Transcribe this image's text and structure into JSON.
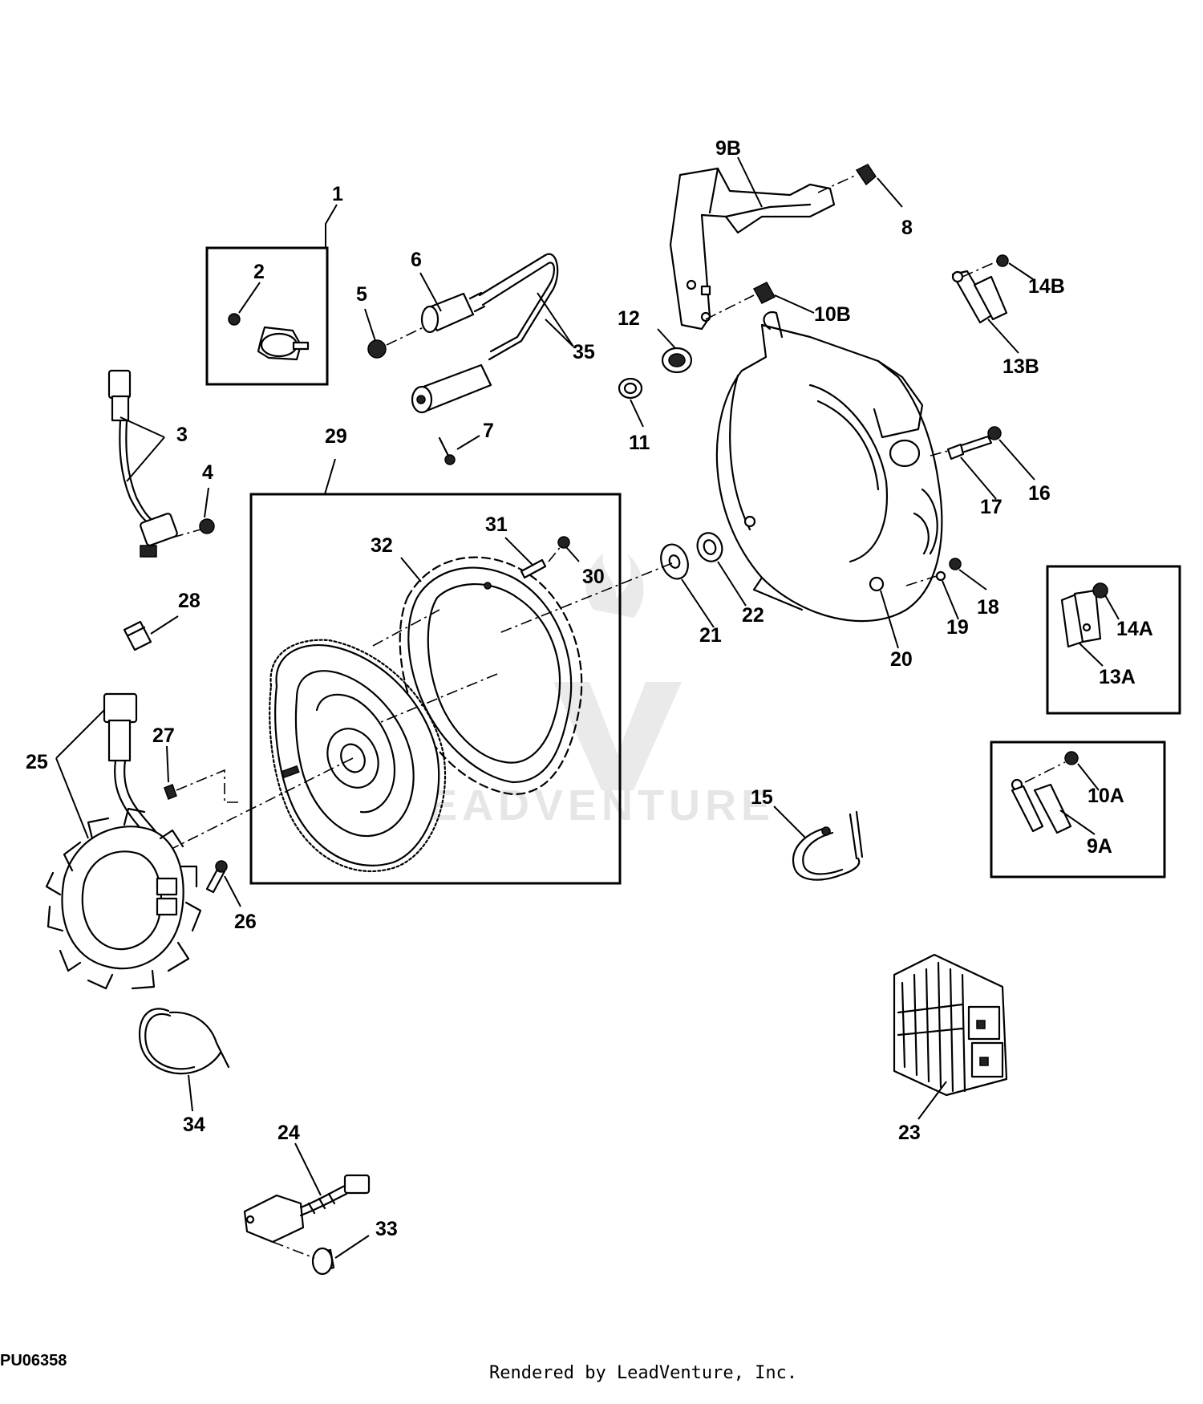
{
  "figure_id": "PU06358",
  "footer": "Rendered by LeadVenture, Inc.",
  "watermark": "LEADVENTURE",
  "callouts": [
    "1",
    "2",
    "3",
    "4",
    "5",
    "6",
    "7",
    "8",
    "9B",
    "10B",
    "11",
    "12",
    "13B",
    "14B",
    "15",
    "16",
    "17",
    "18",
    "19",
    "20",
    "21",
    "22",
    "23",
    "24",
    "25",
    "26",
    "27",
    "28",
    "29",
    "30",
    "31",
    "32",
    "33",
    "34",
    "35",
    "13A",
    "14A",
    "10A",
    "9A"
  ]
}
